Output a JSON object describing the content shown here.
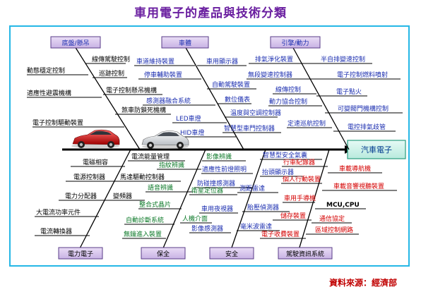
{
  "title": "車用電子的產品與技術分類",
  "source": "資料來源：經濟部",
  "head_box": "汽車電子",
  "categories": {
    "chassis": {
      "label": "底盤/懸吊",
      "items": [
        "線傳駕駛控制",
        "動態穩定控制",
        "巡跡控制",
        "適應性避震機構",
        "電子控制懸吊機構",
        "煞車防鎖死機構",
        "電子控制驅動裝置"
      ]
    },
    "body": {
      "label": "車體",
      "items": [
        "車道維持裝置",
        "車用顯示器",
        "停車輔助裝置",
        "自動駕駛裝置",
        "感測器融合系統",
        "數位儀表",
        "LED車燈",
        "溫度與空調控制器",
        "HID車燈",
        "智慧型車門控制器"
      ]
    },
    "powertrain": {
      "label": "引擎/動力",
      "items": [
        "排氣淨化裝置",
        "半自排變速控制",
        "無段變速控制器",
        "電子控制燃料噴射",
        "線傳控制",
        "電子點火",
        "動力協合控制",
        "可變閥門機構控制",
        "定速巡航控制",
        "電控排氣歧管"
      ]
    },
    "power_electronics": {
      "label": "電力電子",
      "items": [
        "電流能量管理",
        "電磁相容",
        "電源控制器",
        "馬達驅動控制器",
        "電力分配器",
        "變頻器",
        "大電流功率元件",
        "電流轉換器"
      ]
    },
    "security": {
      "label": "保全",
      "items": [
        "指紋辨識",
        "影像辨識",
        "適應性前燈照明",
        "語音辨識",
        "防碰撞感測器",
        "衛星定位器",
        "整合式晶片",
        "車用夜視器",
        "人機介面",
        "自動診斷系統",
        "影像感測器",
        "無鑰進入裝置"
      ]
    },
    "safety": {
      "label": "安全",
      "items": [
        "智慧型安全氣囊",
        "抬頭顯示器",
        "測距雷達",
        "胎壓偵測器",
        "毫米波雷達"
      ]
    },
    "infotainment": {
      "label": "駕駛資訊系統",
      "items": [
        "行車紀錄器",
        "車載導航機",
        "個人行動裝置",
        "車載音響視聽裝置",
        "車用手導機",
        "MCU,CPU",
        "儲存裝置",
        "通信協定",
        "電子收費裝置",
        "區域控制網路"
      ]
    }
  }
}
